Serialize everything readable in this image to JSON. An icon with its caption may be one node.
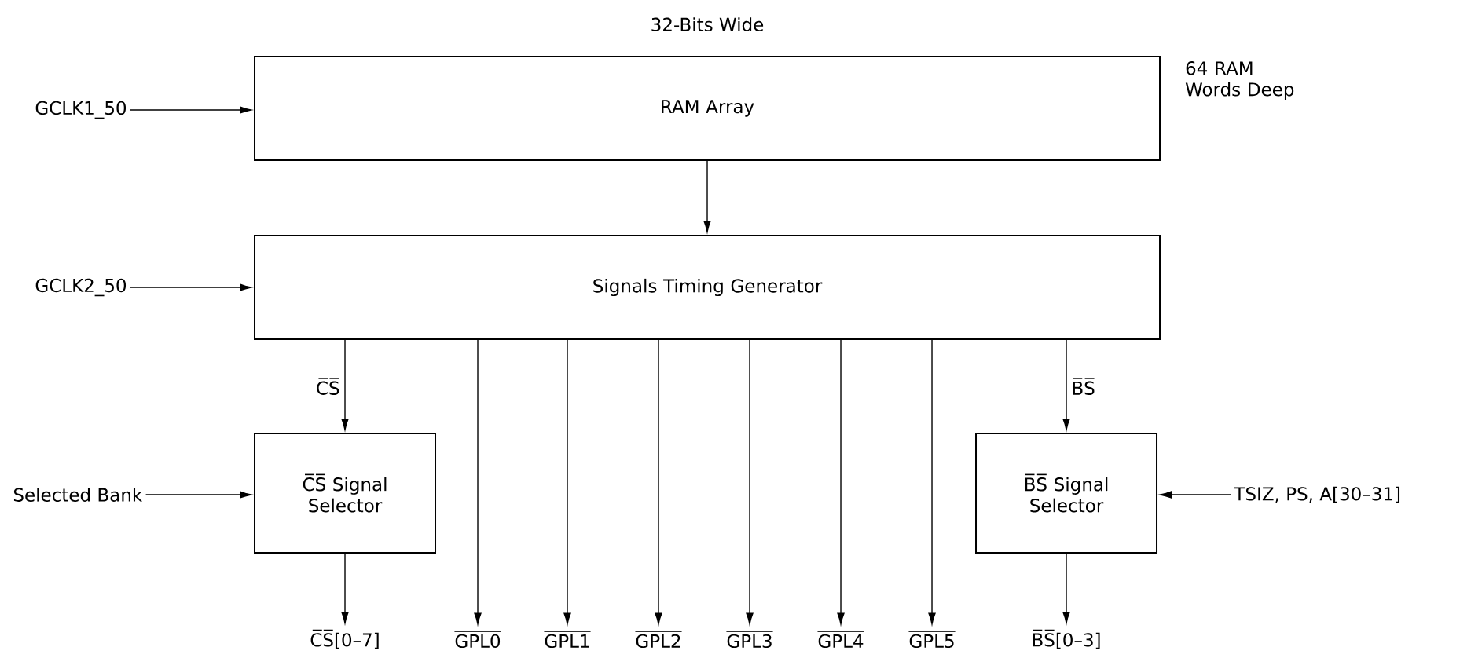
{
  "diagram": {
    "nodes": [
      {
        "text": [
          "RAM Array"
        ],
        "beside": [
          "32-Bits Wide",
          "64 RAM Words Deep"
        ]
      },
      {
        "text": [
          "Signals Timing Generator"
        ]
      },
      {
        "text": [
          "C̅S̅ Signal Selector"
        ]
      },
      {
        "text": [
          "B̅S̅ Signal Selector"
        ]
      },
      {
        "text": [
          "GCLK1_50"
        ]
      },
      {
        "text": [
          "GCLK2_50"
        ]
      },
      {
        "text": [
          "Selected Bank"
        ]
      },
      {
        "text": [
          "TSIZ, PS, A[30–31]"
        ]
      },
      {
        "text": [
          "C̅S̅[0–7]"
        ]
      },
      {
        "text": [
          "\\overline{\\text{GPL0}}"
        ]
      },
      {
        "text": [
          "\\overline{\\text{GPL1}}"
        ]
      },
      {
        "text": [
          "\\overline{\\text{GPL2}}"
        ]
      },
      {
        "text": [
          "\\overline{\\text{GPL3}}"
        ]
      },
      {
        "text": [
          "\\overline{\\text{GPL4}}"
        ]
      },
      {
        "text": [
          "\\overline{\\text{GPL5}}"
        ]
      },
      {
        "text": [
          "B̅S̅[0–3]"
        ]
      }
    ],
    "edges": [
      {
        "from": 4,
        "to": 0,
        "arrow": "to"
      },
      {
        "from": 0,
        "to": 1,
        "arrow": "to"
      },
      {
        "from": 5,
        "to": 1,
        "arrow": "to"
      },
      {
        "from": 1,
        "to": 2,
        "arrow": "to",
        "label": "C̅S̅"
      },
      {
        "from": 1,
        "to": 3,
        "arrow": "to",
        "label": "B̅S̅"
      },
      {
        "from": 6,
        "to": 2,
        "arrow": "to"
      },
      {
        "from": 7,
        "to": 3,
        "arrow": "to"
      },
      {
        "from": 2,
        "to": 8,
        "arrow": "to"
      },
      {
        "from": 1,
        "to": 9,
        "arrow": "to"
      },
      {
        "from": 1,
        "to": 10,
        "arrow": "to"
      },
      {
        "from": 1,
        "to": 11,
        "arrow": "to"
      },
      {
        "from": 1,
        "to": 12,
        "arrow": "to"
      },
      {
        "from": 1,
        "to": 13,
        "arrow": "to"
      },
      {
        "from": 1,
        "to": 14,
        "arrow": "to"
      },
      {
        "from": 3,
        "to": 15,
        "arrow": "to"
      }
    ]
  }
}
